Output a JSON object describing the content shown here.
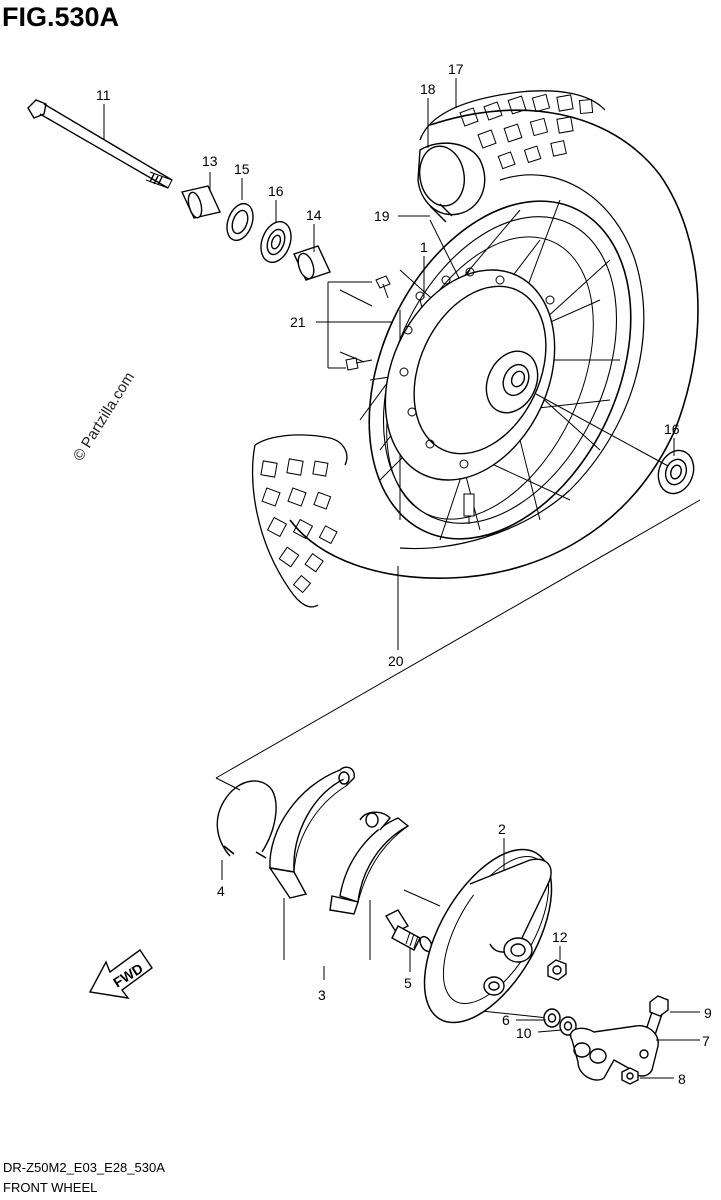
{
  "figure": {
    "title": "FIG.530A",
    "watermark": "© Partzilla.com",
    "model_code": "DR-Z50M2_E03_E28_530A",
    "name": "FRONT WHEEL",
    "fwd_label": "FWD"
  },
  "callouts": [
    {
      "id": "11",
      "label": "11"
    },
    {
      "id": "13",
      "label": "13"
    },
    {
      "id": "15",
      "label": "15"
    },
    {
      "id": "16a",
      "label": "16"
    },
    {
      "id": "14",
      "label": "14"
    },
    {
      "id": "18",
      "label": "18"
    },
    {
      "id": "17",
      "label": "17"
    },
    {
      "id": "19",
      "label": "19"
    },
    {
      "id": "1",
      "label": "1"
    },
    {
      "id": "21",
      "label": "21"
    },
    {
      "id": "16b",
      "label": "16"
    },
    {
      "id": "20",
      "label": "20"
    },
    {
      "id": "4",
      "label": "4"
    },
    {
      "id": "3",
      "label": "3"
    },
    {
      "id": "5",
      "label": "5"
    },
    {
      "id": "2",
      "label": "2"
    },
    {
      "id": "12",
      "label": "12"
    },
    {
      "id": "6",
      "label": "6"
    },
    {
      "id": "10",
      "label": "10"
    },
    {
      "id": "9",
      "label": "9"
    },
    {
      "id": "7",
      "label": "7"
    },
    {
      "id": "8",
      "label": "8"
    }
  ]
}
